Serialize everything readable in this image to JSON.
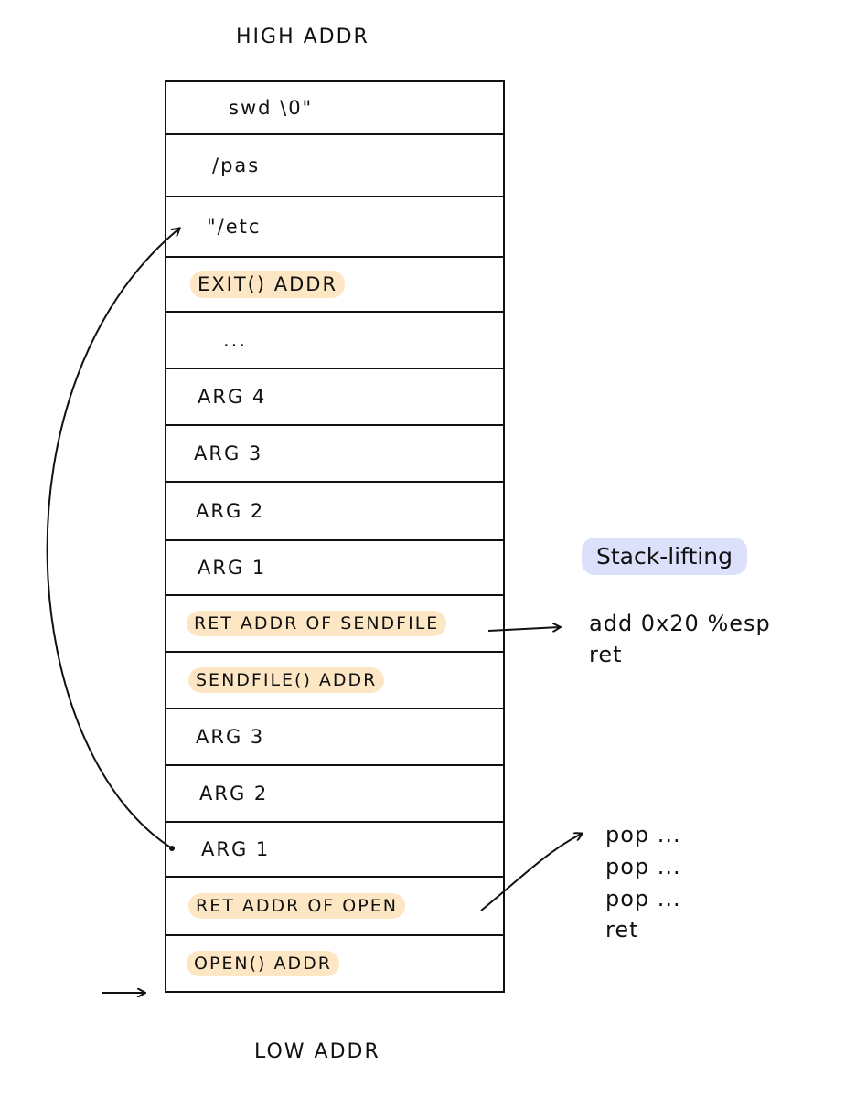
{
  "high_label": "HIGH ADDR",
  "low_label": "LOW ADDR",
  "slots": [
    {
      "text": "swd \\0\"",
      "highlight": false
    },
    {
      "text": "/pas",
      "highlight": false
    },
    {
      "text": "\"/etc",
      "highlight": false
    },
    {
      "text": "EXIT() ADDR",
      "highlight": true
    },
    {
      "text": "...",
      "highlight": false
    },
    {
      "text": "ARG 4",
      "highlight": false
    },
    {
      "text": "ARG 3",
      "highlight": false
    },
    {
      "text": "ARG 2",
      "highlight": false
    },
    {
      "text": "ARG 1",
      "highlight": false
    },
    {
      "text": "RET ADDR OF SENDFILE",
      "highlight": true
    },
    {
      "text": "SENDFILE() ADDR",
      "highlight": true
    },
    {
      "text": "ARG 3",
      "highlight": false
    },
    {
      "text": "ARG 2",
      "highlight": false
    },
    {
      "text": "ARG 1",
      "highlight": false
    },
    {
      "text": "RET ADDR OF OPEN",
      "highlight": true
    },
    {
      "text": "OPEN() ADDR",
      "highlight": true
    }
  ],
  "stack_lifting": {
    "label": "Stack-lifting",
    "lines": [
      "add 0x20 %esp",
      "ret"
    ]
  },
  "pop_gadget": {
    "lines": [
      "pop ...",
      "pop ...",
      "pop ...",
      "ret"
    ]
  },
  "colors": {
    "highlight_orange": "#fde6c4",
    "highlight_blue": "#dde0fb",
    "ink": "#111111"
  }
}
